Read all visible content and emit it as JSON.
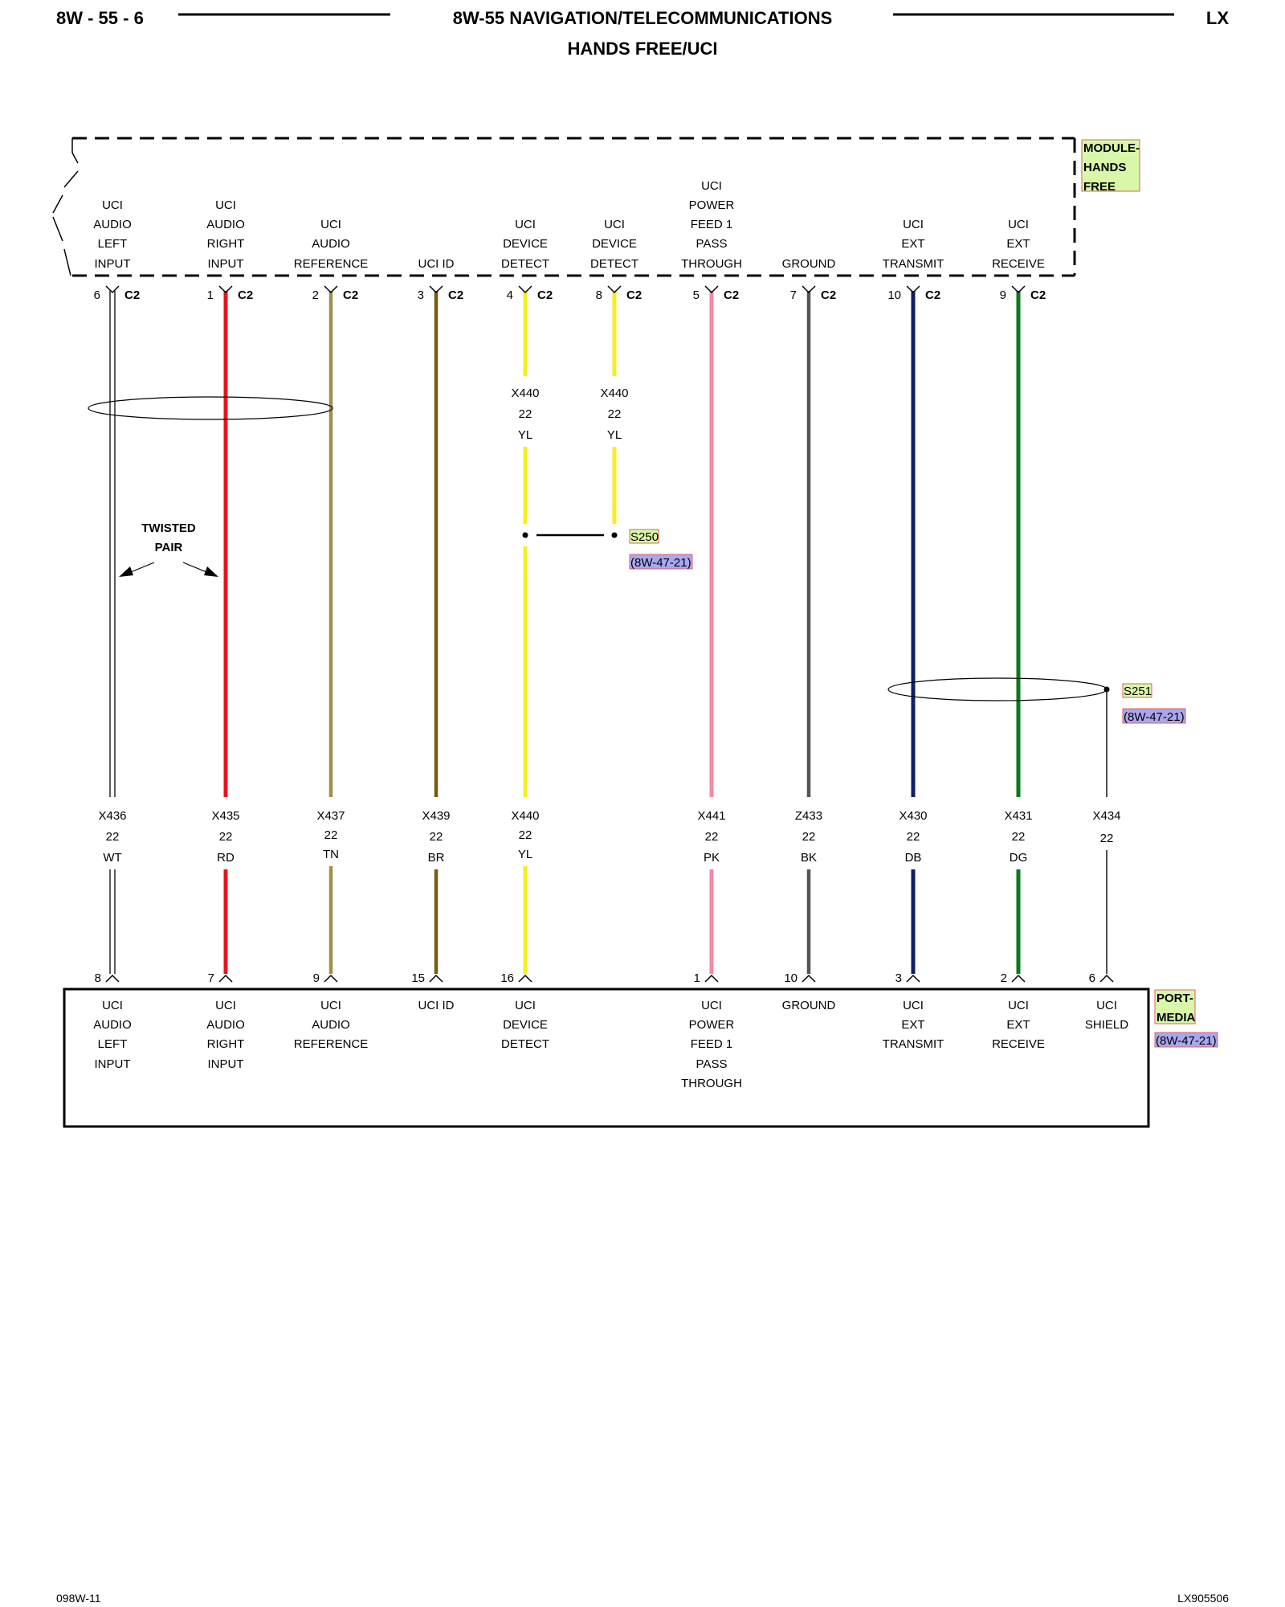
{
  "header": {
    "page_number": "8W - 55 - 6",
    "title": "8W-55 NAVIGATION/TELECOMMUNICATIONS",
    "subtitle": "HANDS FREE/UCI",
    "model_code": "LX"
  },
  "footer": {
    "left_code": "098W-11",
    "right_code": "LX905506"
  },
  "colors": {
    "WT": "#ffffff",
    "RD": "#e8141c",
    "TN": "#a08f52",
    "BR": "#7a5a10",
    "YL": "#f5f01e",
    "PK": "#f08aa6",
    "BK": "#555555",
    "DB": "#0c1f6e",
    "DG": "#0a7a1a",
    "BARE": "#222222",
    "label_green": "#d9f7a8",
    "label_blue": "#a9a7f0",
    "label_border": "#e06060"
  },
  "modules": {
    "top": {
      "name_lines": [
        "MODULE-",
        "HANDS",
        "FREE"
      ]
    },
    "bottom": {
      "name_lines": [
        "PORT-",
        "MEDIA"
      ],
      "ref": "(8W-47-21)"
    }
  },
  "top_circuits": [
    {
      "id": "c6",
      "lines": [
        "UCI",
        "AUDIO",
        "LEFT",
        "INPUT"
      ],
      "pin": "6",
      "connector": "C2"
    },
    {
      "id": "c1",
      "lines": [
        "UCI",
        "AUDIO",
        "RIGHT",
        "INPUT"
      ],
      "pin": "1",
      "connector": "C2"
    },
    {
      "id": "c2",
      "lines": [
        "UCI",
        "AUDIO",
        "REFERENCE"
      ],
      "pin": "2",
      "connector": "C2"
    },
    {
      "id": "c3",
      "lines": [
        "UCI ID"
      ],
      "pin": "3",
      "connector": "C2"
    },
    {
      "id": "c4",
      "lines": [
        "UCI",
        "DEVICE",
        "DETECT"
      ],
      "pin": "4",
      "connector": "C2"
    },
    {
      "id": "c8",
      "lines": [
        "UCI",
        "DEVICE",
        "DETECT"
      ],
      "pin": "8",
      "connector": "C2"
    },
    {
      "id": "c5",
      "lines": [
        "UCI",
        "POWER",
        "FEED 1",
        "PASS",
        "THROUGH"
      ],
      "pin": "5",
      "connector": "C2"
    },
    {
      "id": "c7",
      "lines": [
        "GROUND"
      ],
      "pin": "7",
      "connector": "C2"
    },
    {
      "id": "c10",
      "lines": [
        "UCI",
        "EXT",
        "TRANSMIT"
      ],
      "pin": "10",
      "connector": "C2"
    },
    {
      "id": "c9",
      "lines": [
        "UCI",
        "EXT",
        "RECEIVE"
      ],
      "pin": "9",
      "connector": "C2"
    }
  ],
  "upper_wire_labels": [
    {
      "lines": [
        "X440",
        "22",
        "YL"
      ]
    },
    {
      "lines": [
        "X440",
        "22",
        "YL"
      ]
    }
  ],
  "lower_wire_labels": [
    {
      "lines": [
        "X436",
        "22",
        "WT"
      ]
    },
    {
      "lines": [
        "X435",
        "22",
        "RD"
      ]
    },
    {
      "lines": [
        "X437",
        "22",
        "TN"
      ]
    },
    {
      "lines": [
        "X439",
        "22",
        "BR"
      ]
    },
    {
      "lines": [
        "X440",
        "22",
        "YL"
      ]
    },
    {
      "lines": [
        "X441",
        "22",
        "PK"
      ]
    },
    {
      "lines": [
        "Z433",
        "22",
        "BK"
      ]
    },
    {
      "lines": [
        "X430",
        "22",
        "DB"
      ]
    },
    {
      "lines": [
        "X431",
        "22",
        "DG"
      ]
    },
    {
      "lines": [
        "X434",
        "22"
      ]
    }
  ],
  "bottom_circuits": [
    {
      "pin": "8",
      "lines": [
        "UCI",
        "AUDIO",
        "LEFT",
        "INPUT"
      ]
    },
    {
      "pin": "7",
      "lines": [
        "UCI",
        "AUDIO",
        "RIGHT",
        "INPUT"
      ]
    },
    {
      "pin": "9",
      "lines": [
        "UCI",
        "AUDIO",
        "REFERENCE"
      ]
    },
    {
      "pin": "15",
      "lines": [
        "UCI ID"
      ]
    },
    {
      "pin": "16",
      "lines": [
        "UCI",
        "DEVICE",
        "DETECT"
      ]
    },
    {
      "pin": "1",
      "lines": [
        "UCI",
        "POWER",
        "FEED 1",
        "PASS",
        "THROUGH"
      ]
    },
    {
      "pin": "10",
      "lines": [
        "GROUND"
      ]
    },
    {
      "pin": "3",
      "lines": [
        "UCI",
        "EXT",
        "TRANSMIT"
      ]
    },
    {
      "pin": "2",
      "lines": [
        "UCI",
        "EXT",
        "RECEIVE"
      ]
    },
    {
      "pin": "6",
      "lines": [
        "UCI",
        "SHIELD"
      ]
    }
  ],
  "twisted_pair": {
    "lines": [
      "TWISTED",
      "PAIR"
    ]
  },
  "splices": [
    {
      "name": "S250",
      "ref": "(8W-47-21)"
    },
    {
      "name": "S251",
      "ref": "(8W-47-21)"
    }
  ]
}
